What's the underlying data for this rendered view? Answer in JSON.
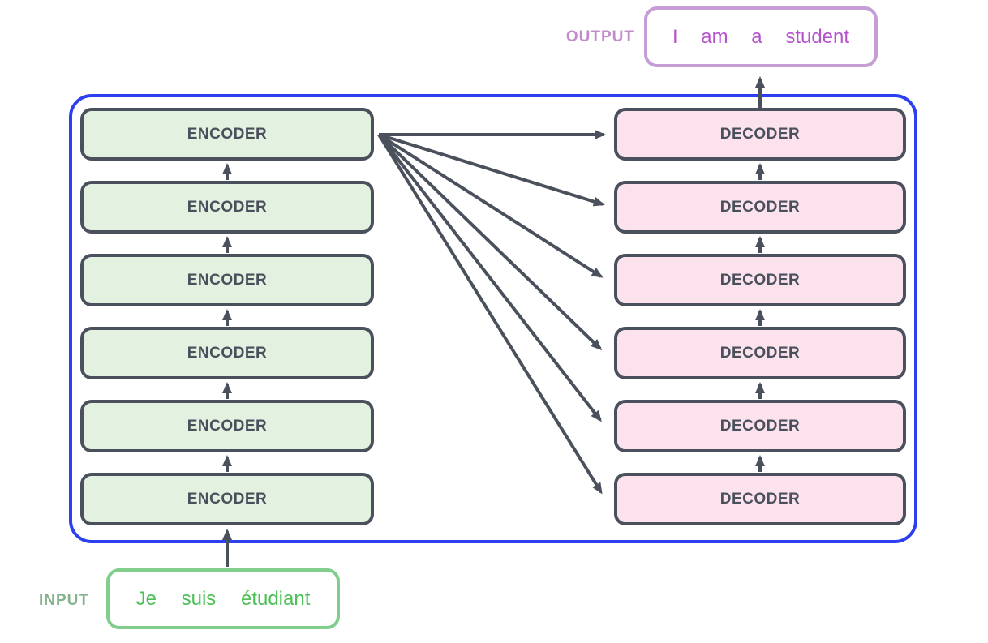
{
  "diagram": {
    "output": {
      "label": "OUTPUT",
      "text": "I am a student"
    },
    "input": {
      "label": "INPUT",
      "text": "Je suis étudiant"
    },
    "encoder": {
      "label": "ENCODER",
      "count": 6
    },
    "decoder": {
      "label": "DECODER",
      "count": 6
    }
  },
  "colors": {
    "frame_blue": "#2c40f0",
    "box_border": "#4a515c",
    "box_text": "#49505b",
    "encoder_fill": "#e3f1e0",
    "decoder_fill": "#fce2ec",
    "arrow": "#4a515c",
    "output_border": "#c79dd6",
    "output_text": "#b653cc",
    "output_label": "#c18cc9",
    "input_border": "#81ce8c",
    "input_text": "#4cbf55",
    "input_label": "#86b38e"
  }
}
